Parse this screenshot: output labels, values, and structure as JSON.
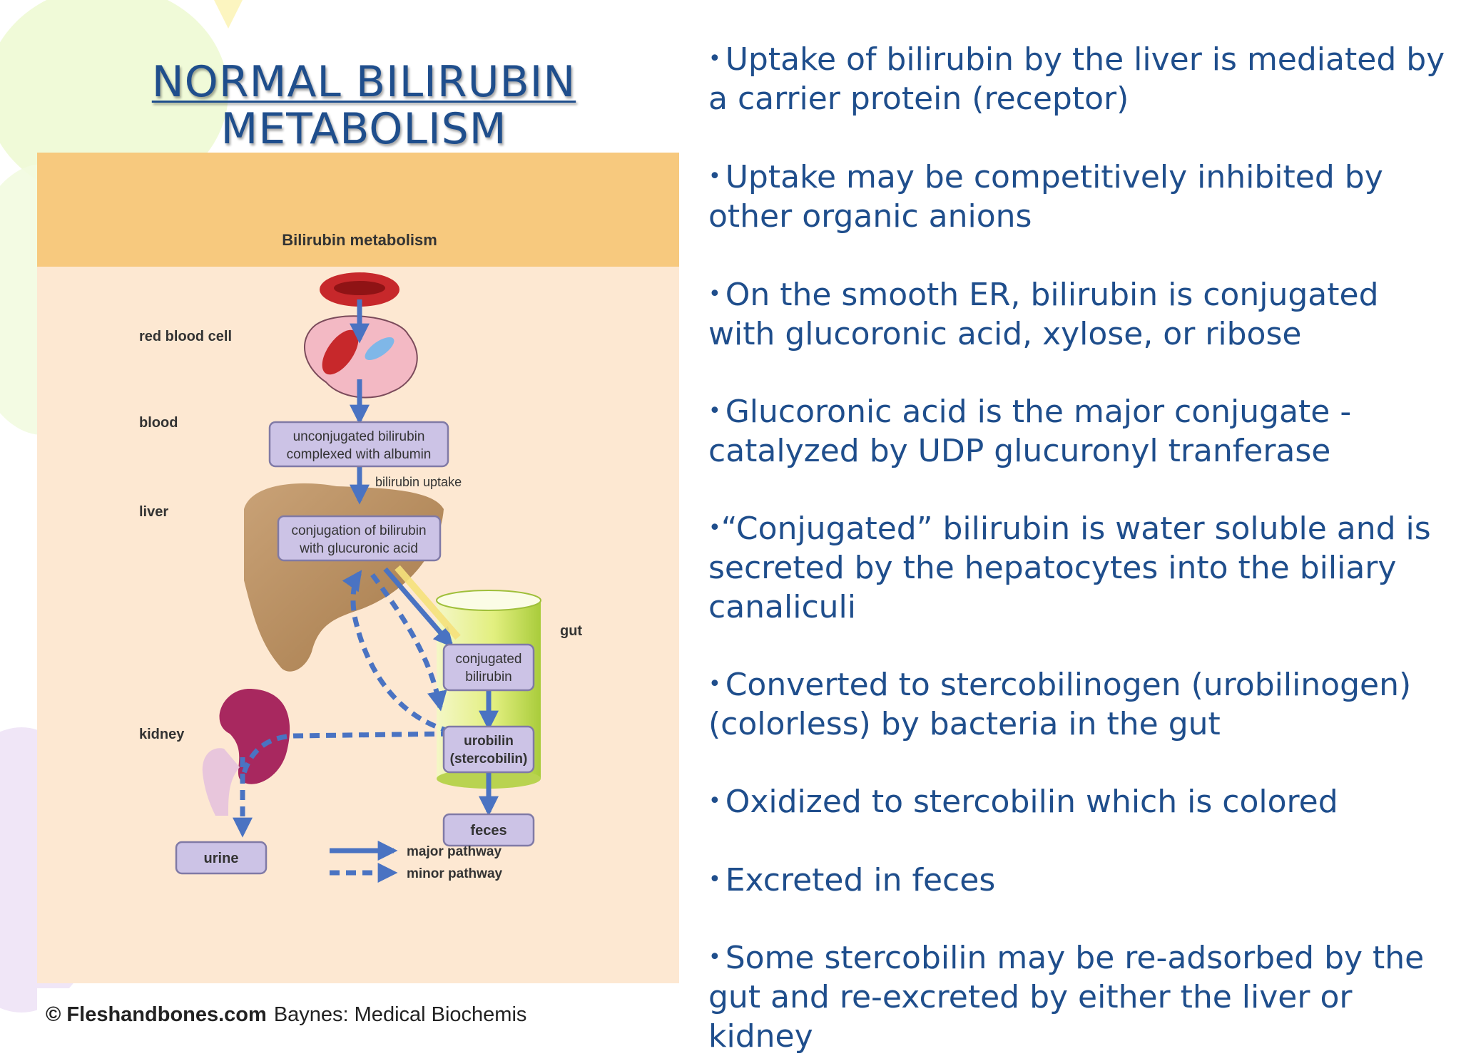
{
  "title": {
    "line1": "NORMAL BILIRUBIN",
    "line2": "METABOLISM"
  },
  "figure": {
    "header": "Bilirubin metabolism",
    "row_labels": {
      "rbc": "red blood cell",
      "blood": "blood",
      "liver": "liver",
      "gut": "gut",
      "kidney": "kidney"
    },
    "boxes": {
      "albumin_line1": "unconjugated bilirubin",
      "albumin_line2": "complexed with albumin",
      "conjugation_line1": "conjugation of bilirubin",
      "conjugation_line2": "with glucuronic acid",
      "conjugated_line1": "conjugated",
      "conjugated_line2": "bilirubin",
      "urobilin_line1": "urobilin",
      "urobilin_line2": "(stercobilin)",
      "feces": "feces",
      "urine": "urine"
    },
    "uptake_label": "bilirubin uptake",
    "legend": {
      "major": "major pathway",
      "minor": "minor pathway"
    },
    "credit_brand": "© Fleshandbones.com",
    "credit_source": "Baynes: Medical Biochemis",
    "colors": {
      "arrow": "#4a73c2",
      "box_fill": "#ccc3e6",
      "box_stroke": "#807aa6",
      "panel_bg": "#fde8d2",
      "header_bg": "#f7c97e"
    }
  },
  "bullets": [
    {
      "marker": "•",
      "text": "Uptake of bilirubin by the liver is mediated by a carrier protein (receptor)"
    },
    {
      "marker": "•",
      "text": "Uptake may be competitively inhibited by other organic anions"
    },
    {
      "marker": "•",
      "text": "On the smooth ER, bilirubin is conjugated with glucoronic acid, xylose, or ribose"
    },
    {
      "marker": "•",
      "text": "Glucoronic acid is the major conjugate - catalyzed by UDP glucuronyl tranferase"
    },
    {
      "marker": "•",
      "text": "“Conjugated” bilirubin is water soluble and is secreted by the hepatocytes into the biliary canaliculi"
    },
    {
      "marker": "•",
      "text": "Converted to stercobilinogen (urobilinogen) (colorless) by bacteria in the gut"
    },
    {
      "marker": "•",
      "text": "Oxidized to stercobilin which is colored"
    },
    {
      "marker": "•",
      "text": "Excreted in feces"
    },
    {
      "marker": "•",
      "text": "Some stercobilin may be re-adsorbed by the gut and re-excreted by either the liver or kidney"
    }
  ]
}
